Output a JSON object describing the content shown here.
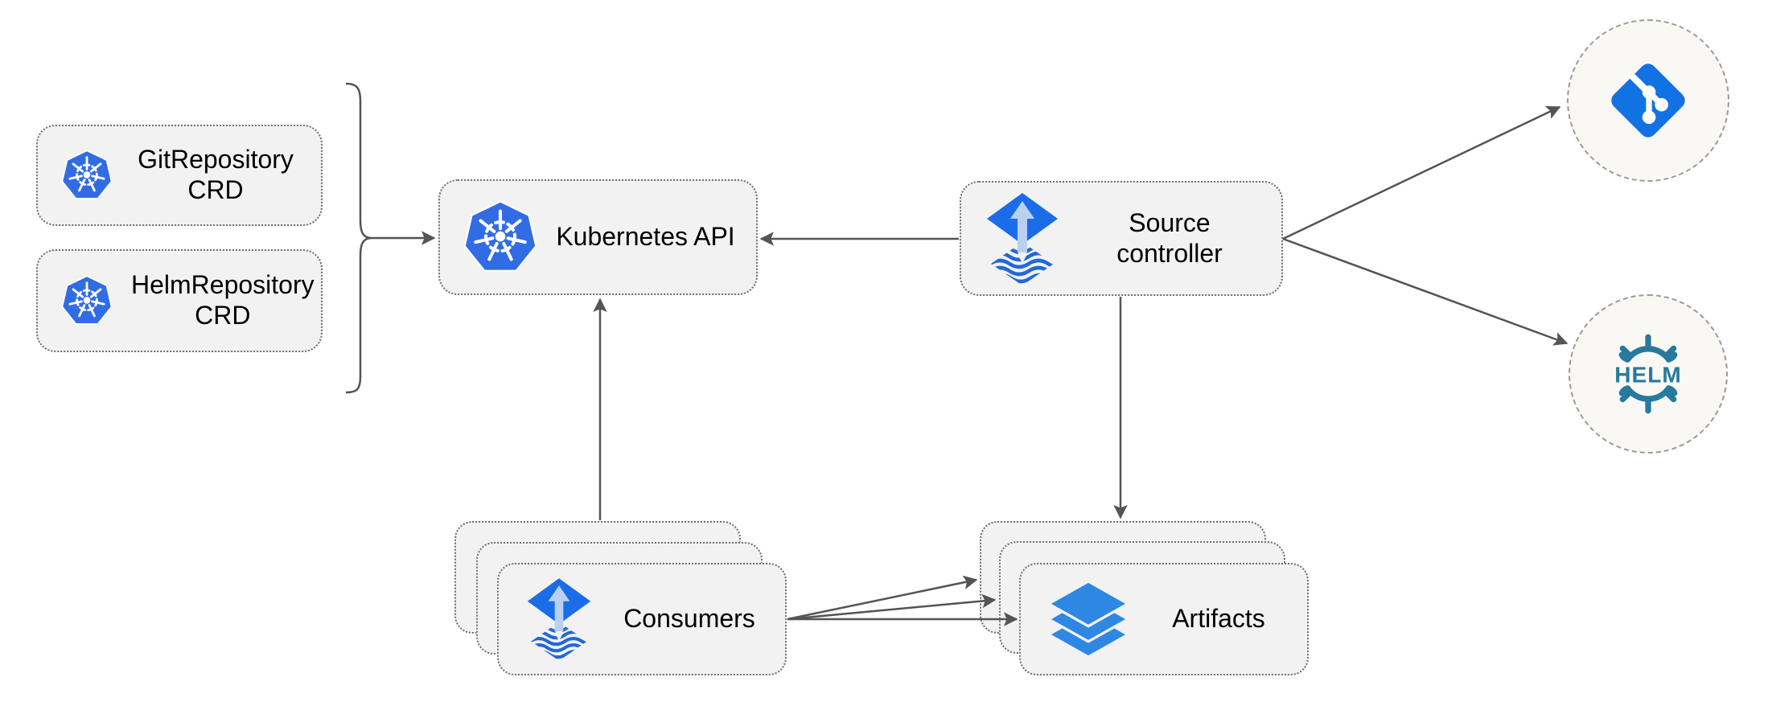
{
  "nodes": {
    "git_repo_crd": {
      "label": "GitRepository\nCRD",
      "icon": "kubernetes-icon"
    },
    "helm_repo_crd": {
      "label": "HelmRepository\nCRD",
      "icon": "kubernetes-icon"
    },
    "kubernetes_api": {
      "label": "Kubernetes API",
      "icon": "kubernetes-icon"
    },
    "source_controller": {
      "label": "Source\ncontroller",
      "icon": "flux-icon"
    },
    "consumers": {
      "label": "Consumers",
      "icon": "flux-icon",
      "stack_count": 3
    },
    "artifacts": {
      "label": "Artifacts",
      "icon": "layers-icon",
      "stack_count": 3
    },
    "git_repository": {
      "icon": "git-icon"
    },
    "helm_registry": {
      "icon": "helm-icon",
      "text": "HELM"
    }
  },
  "edges": [
    {
      "from": "gitrepository-and-helmrepository-crds",
      "to": "kubernetes-api",
      "style": "brace-arrow"
    },
    {
      "from": "source-controller",
      "to": "kubernetes-api"
    },
    {
      "from": "consumers",
      "to": "kubernetes-api"
    },
    {
      "from": "source-controller",
      "to": "artifacts"
    },
    {
      "from": "source-controller",
      "to": "git-repository"
    },
    {
      "from": "source-controller",
      "to": "helm-registry"
    },
    {
      "from": "consumers",
      "to": "artifacts",
      "arrow_count": 3
    }
  ],
  "colors": {
    "node_fill": "#f2f2f2",
    "node_border": "#6e6e6e",
    "circle_fill": "#faf8f4",
    "circle_border": "#9b9b9b",
    "arrow": "#545454",
    "kubernetes_blue": "#326ce5",
    "flux_blue": "#1b6ce8",
    "flux_light_arrow": "#b9d0f3",
    "git_blue": "#1272e4",
    "helm_teal": "#27799d",
    "layers_blue": "#2e87e3",
    "text": "#000000"
  }
}
